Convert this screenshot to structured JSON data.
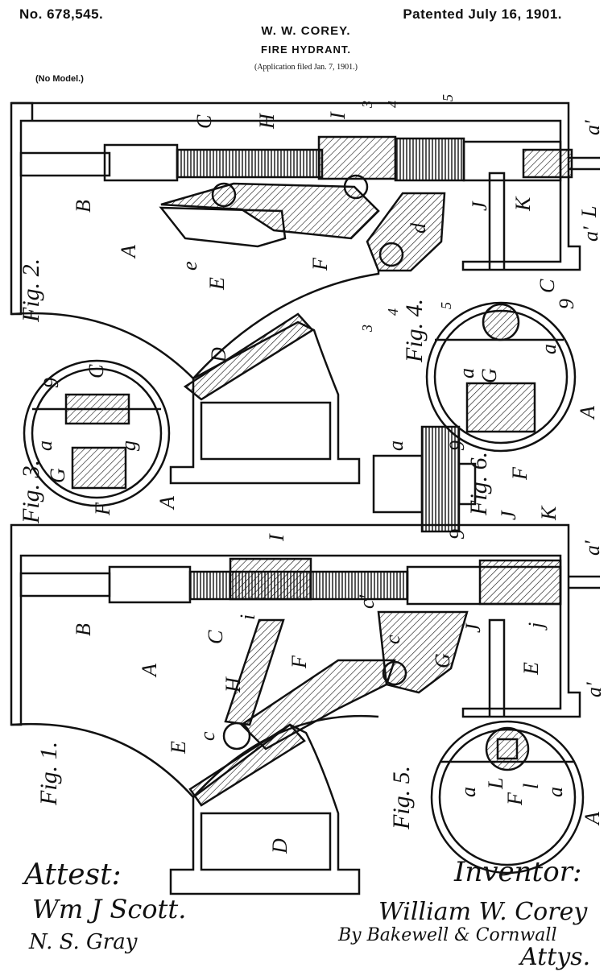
{
  "header": {
    "patent_number": "No. 678,545.",
    "patent_date": "Patented July 16, 1901.",
    "inventor_name": "W. W. COREY.",
    "title": "FIRE HYDRANT.",
    "application": "(Application filed Jan. 7, 1901.)",
    "model": "(No Model.)"
  },
  "figures": {
    "fig1": "Fig. 1.",
    "fig2": "Fig. 2.",
    "fig3": "Fig. 3.",
    "fig4": "Fig. 4.",
    "fig5": "Fig. 5.",
    "fig6": "Fig. 6."
  },
  "labels": {
    "A": "A",
    "B": "B",
    "C": "C",
    "D": "D",
    "E": "E",
    "F": "F",
    "G": "G",
    "H": "H",
    "I": "I",
    "J": "J",
    "K": "K",
    "L": "L",
    "a": "a",
    "a_prime": "a'",
    "c": "c",
    "c_prime": "c'",
    "d": "d",
    "e": "e",
    "g": "g",
    "i": "i",
    "j": "j",
    "l": "l",
    "n3": "3",
    "n4": "4",
    "n5": "5",
    "n9": "9"
  },
  "signatures": {
    "attest": "Attest:",
    "witness1": "Wm J Scott.",
    "witness2": "N. S. Gray",
    "inventor_heading": "Inventor:",
    "inventor_signature": "William W. Corey",
    "by_attorneys": "By Bakewell & Cornwall",
    "attys": "Attys."
  }
}
